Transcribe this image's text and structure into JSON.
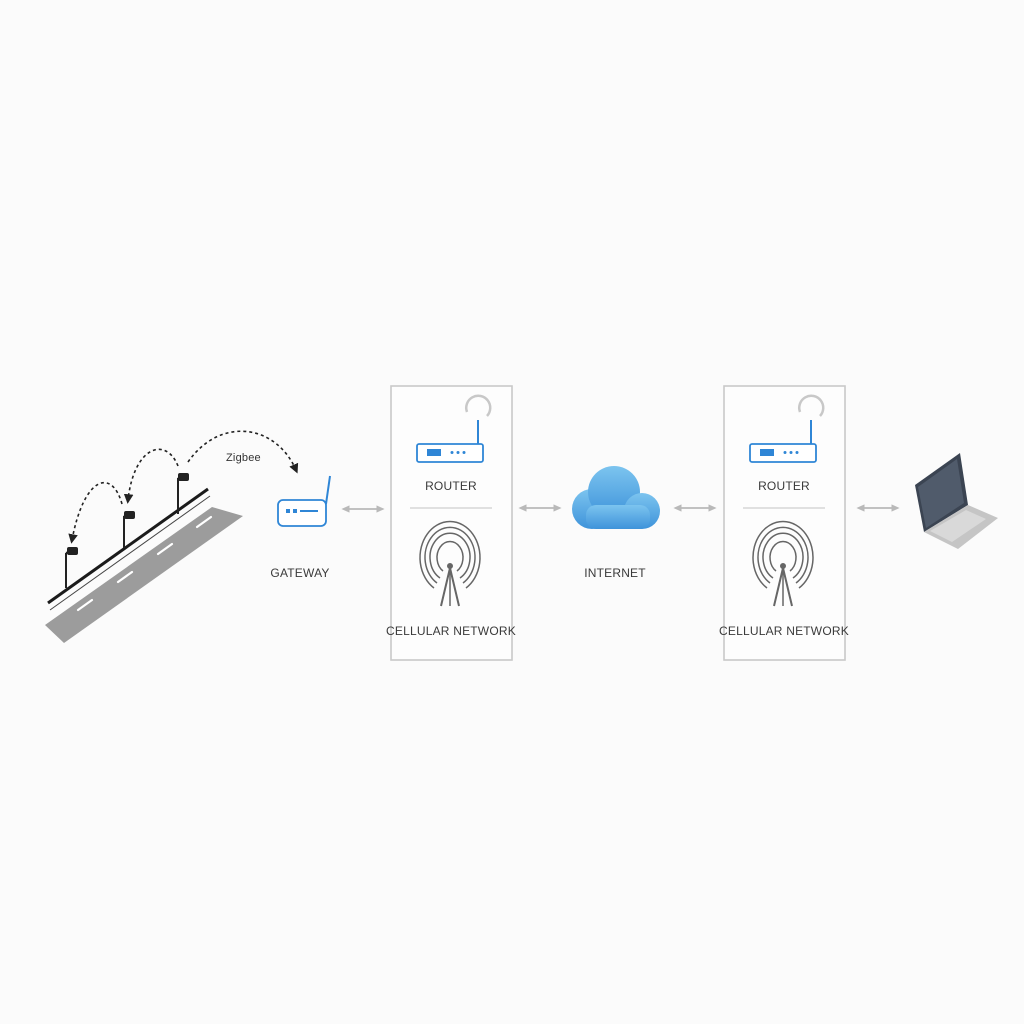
{
  "labels": {
    "zigbee": "Zigbee",
    "gateway": "GATEWAY",
    "router_1": "ROUTER",
    "cellular_1": "CELLULAR NETWORK",
    "internet": "INTERNET",
    "router_2": "ROUTER",
    "cellular_2": "CELLULAR NETWORK"
  },
  "colors": {
    "device_blue": "#2f86d6",
    "cloud_top": "#7cc4ef",
    "cloud_bottom": "#3e93da",
    "panel_border": "#c9c9c9",
    "arrow": "#b9b9b9",
    "road": "#9a9a9a",
    "laptop_screen": "#3b4452"
  },
  "icons": {
    "streetlights": "streetlight-pole-icon",
    "gateway": "gateway-icon",
    "router": "router-icon",
    "antenna": "cell-tower-icon",
    "cloud": "cloud-icon",
    "laptop": "laptop-icon"
  }
}
